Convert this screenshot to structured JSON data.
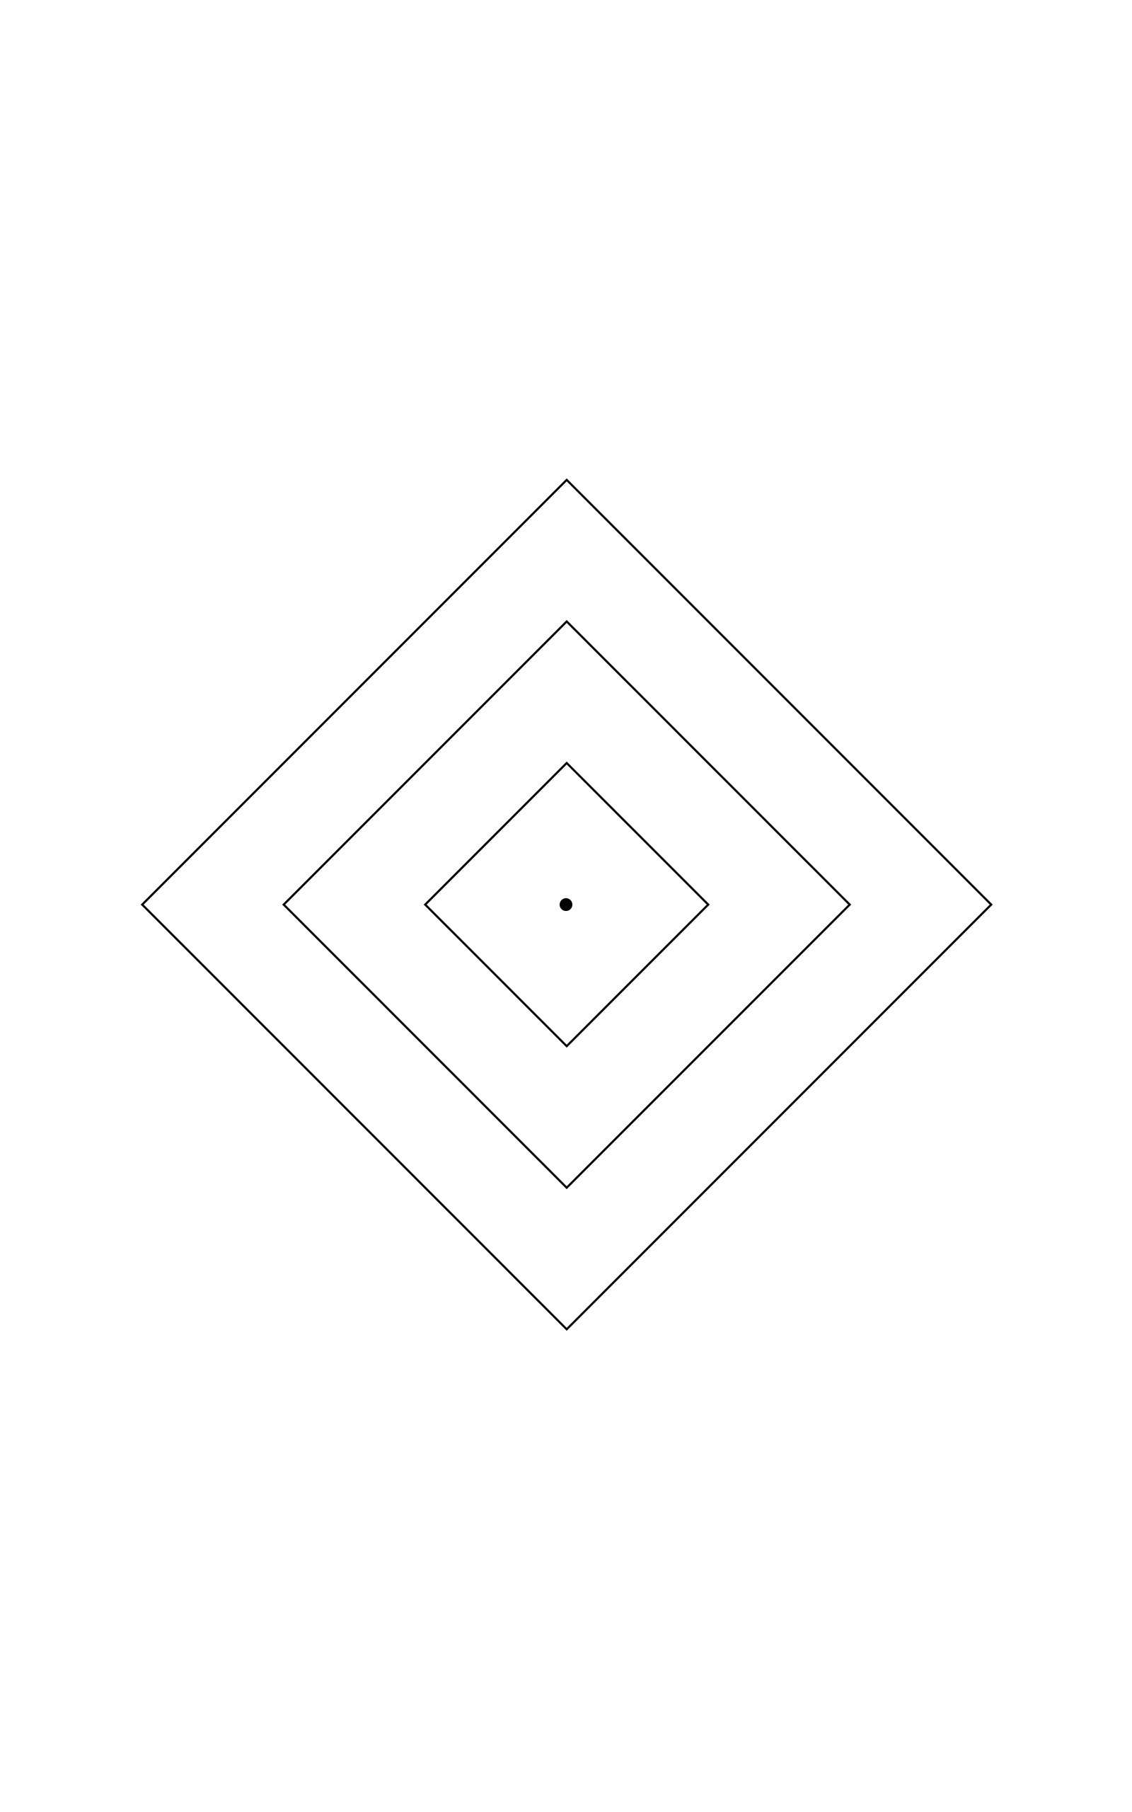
{
  "diagram": {
    "shapes": [
      {
        "kind": "diamond",
        "role": "outer"
      },
      {
        "kind": "diamond",
        "role": "middle"
      },
      {
        "kind": "diamond",
        "role": "inner"
      }
    ],
    "center_marker": {
      "kind": "dot"
    },
    "colors": {
      "background": "#ffffff",
      "stroke": "#000000",
      "dot": "#000000"
    }
  }
}
